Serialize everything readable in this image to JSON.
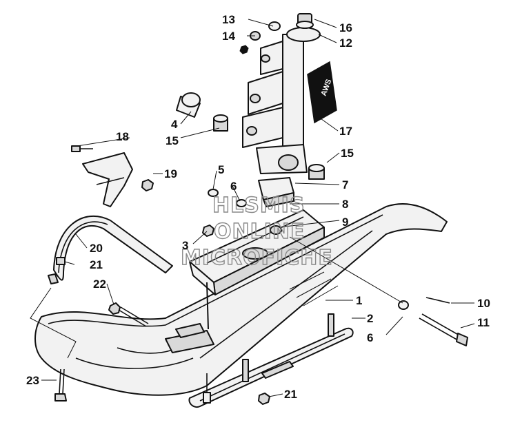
{
  "watermark": {
    "line1": "HLSMIS",
    "line2": "ONLINE",
    "line3": "MICROFICHE"
  },
  "spindle_decal_text": "AWS",
  "callouts": [
    {
      "id": "1",
      "text": "1"
    },
    {
      "id": "2",
      "text": "2"
    },
    {
      "id": "3",
      "text": "3"
    },
    {
      "id": "4",
      "text": "4"
    },
    {
      "id": "5",
      "text": "5"
    },
    {
      "id": "6a",
      "text": "6"
    },
    {
      "id": "6b",
      "text": "6"
    },
    {
      "id": "7",
      "text": "7"
    },
    {
      "id": "8",
      "text": "8"
    },
    {
      "id": "9",
      "text": "9"
    },
    {
      "id": "10",
      "text": "10"
    },
    {
      "id": "11",
      "text": "11"
    },
    {
      "id": "12",
      "text": "12"
    },
    {
      "id": "13",
      "text": "13"
    },
    {
      "id": "14",
      "text": "14"
    },
    {
      "id": "15a",
      "text": "15"
    },
    {
      "id": "15b",
      "text": "15"
    },
    {
      "id": "16",
      "text": "16"
    },
    {
      "id": "17",
      "text": "17"
    },
    {
      "id": "18",
      "text": "18"
    },
    {
      "id": "19",
      "text": "19"
    },
    {
      "id": "20",
      "text": "20"
    },
    {
      "id": "21a",
      "text": "21"
    },
    {
      "id": "21b",
      "text": "21"
    },
    {
      "id": "22",
      "text": "22"
    },
    {
      "id": "23",
      "text": "23"
    }
  ]
}
